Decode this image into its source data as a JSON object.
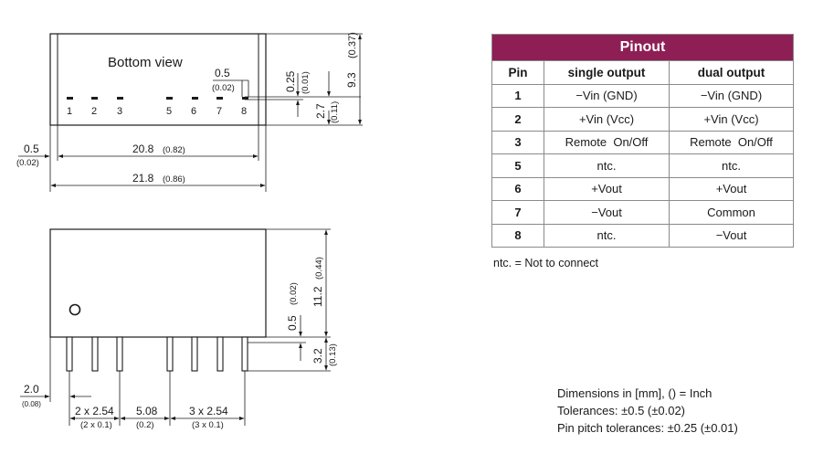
{
  "bottom_view": {
    "label": "Bottom view",
    "pins": [
      "1",
      "2",
      "3",
      "5",
      "6",
      "7",
      "8"
    ],
    "dims": {
      "pin_w": "0.5",
      "pin_w_in": "(0.02)",
      "pad_h": "0.25",
      "pad_h_in": "(0.01)",
      "offset": "2.7",
      "offset_in": "(0.11)",
      "depth": "9.3",
      "depth_in": "(0.37)",
      "left": "0.5",
      "left_in": "(0.02)",
      "span": "20.8",
      "span_in": "(0.82)",
      "length": "21.8",
      "length_in": "(0.86)"
    }
  },
  "side_view": {
    "dims": {
      "height": "11.2",
      "height_in": "(0.44)",
      "standoff": "0.5",
      "standoff_in": "(0.02)",
      "pin_len": "3.2",
      "pin_len_in": "(0.13)",
      "edge": "2.0",
      "edge_in": "(0.08)",
      "pitch_a": "2 x 2.54",
      "pitch_a_in": "(2 x 0.1)",
      "gap": "5.08",
      "gap_in": "(0.2)",
      "pitch_b": "3 x 2.54",
      "pitch_b_in": "(3 x 0.1)"
    }
  },
  "pinout": {
    "title": "Pinout",
    "headers": [
      "Pin",
      "single output",
      "dual output"
    ],
    "rows": [
      [
        "1",
        "−Vin (GND)",
        "−Vin (GND)"
      ],
      [
        "2",
        "+Vin (Vcc)",
        "+Vin (Vcc)"
      ],
      [
        "3",
        "Remote  On/Off",
        "Remote  On/Off"
      ],
      [
        "5",
        "ntc.",
        "ntc."
      ],
      [
        "6",
        "+Vout",
        "+Vout"
      ],
      [
        "7",
        "−Vout",
        "Common"
      ],
      [
        "8",
        "ntc.",
        "−Vout"
      ]
    ]
  },
  "note": "ntc. = Not to connect",
  "specs": [
    "Dimensions in [mm], () = Inch",
    "Tolerances: ±0.5 (±0.02)",
    "Pin pitch tolerances: ±0.25 (±0.01)"
  ],
  "colors": {
    "accent": "#8e1f55",
    "line": "#1a1a1a"
  }
}
